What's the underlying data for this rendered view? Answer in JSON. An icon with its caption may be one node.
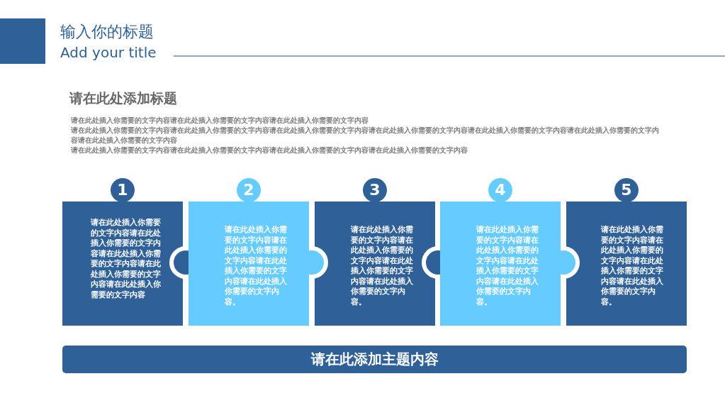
{
  "diagram": {
    "title": "输入你的标题",
    "nodes": [
      {
        "text": [
          "1",
          "请在此处插入你需要的文字内容请在此处插入你需要的文字内容请在此处插入你需要的文字内容请在此处插入你需要的文字内容请在此处插入你需要的文字内容"
        ]
      },
      {
        "text": [
          "2",
          "请在此处插入你需要的文字内容请在此处插入你需要的文字内容请在此处插入你需要的文字内容请在此处插入你需要的文字内容。"
        ]
      },
      {
        "text": [
          "3",
          "请在此处插入你需要的文字内容请在此处插入你需要的文字内容请在此处插入你需要的文字内容请在此处插入你需要的文字内容。"
        ]
      },
      {
        "text": [
          "4",
          "请在此处插入你需要的文字内容请在此处插入你需要的文字内容请在此处插入你需要的文字内容请在此处插入你需要的文字内容。"
        ]
      },
      {
        "text": [
          "5",
          "请在此处插入你需要的文字内容请在此处插入你需要的文字内容请在此处插入你需要的文字内容请在此处插入你需要的文字内容。"
        ]
      },
      {
        "text": [
          "请在此添加主题内容"
        ]
      }
    ],
    "labels": [
      "Add your title",
      "请在此处添加标题",
      "请在此处插入你需要的文字内容请在此处插入你需要的文字内容请在此处插入你需要的文字内容",
      "请在此处插入你需要的文字内容请在此处插入你需要的文字内容请在此处插入你需要的文字内容请在此处插入你需要的文字内容请在此处插入你需要的文字内容请在此处插入你需要的文字内容请在此处插入你需要的文字内容",
      "请在此处插入你需要的文字内容请在此处插入你需要的文字内容请在此处插入你需要的文字内容请在此处插入你需要的文字内容"
    ]
  }
}
